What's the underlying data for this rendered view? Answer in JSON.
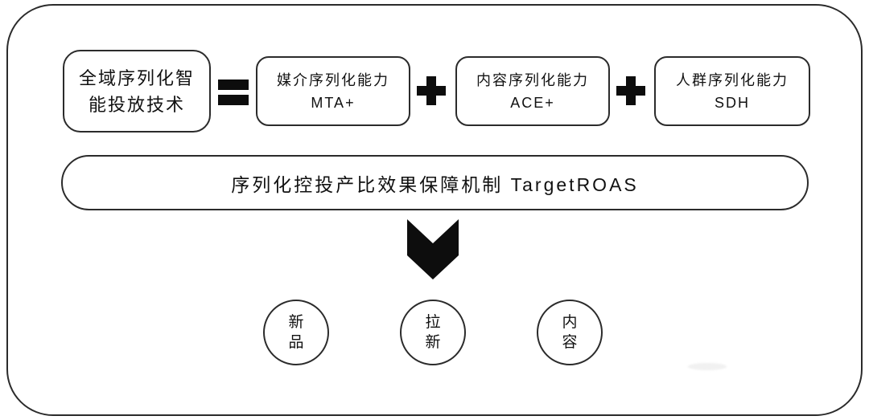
{
  "diagram": {
    "title_box": {
      "line1": "全域序列化智",
      "line2": "能投放技术"
    },
    "operators": {
      "equals": "=",
      "plus": "+"
    },
    "capability_boxes": [
      {
        "line1": "媒介序列化能力",
        "line2": "MTA+"
      },
      {
        "line1": "内容序列化能力",
        "line2": "ACE+"
      },
      {
        "line1": "人群序列化能力",
        "line2": "SDH"
      }
    ],
    "mechanism_bar": {
      "label": "序列化控投产比效果保障机制 TargetROAS"
    },
    "icons": {
      "down_arrow": "down-arrow-icon",
      "equals": "equals-icon",
      "plus": "plus-icon"
    },
    "scenario_circles": [
      {
        "line1": "新",
        "line2": "品"
      },
      {
        "line1": "拉",
        "line2": "新"
      },
      {
        "line1": "内",
        "line2": "容"
      }
    ],
    "colors": {
      "ink": "#111111",
      "line": "#2b2b2b",
      "shape_fill": "#0d0d0d",
      "background": "#ffffff"
    }
  }
}
